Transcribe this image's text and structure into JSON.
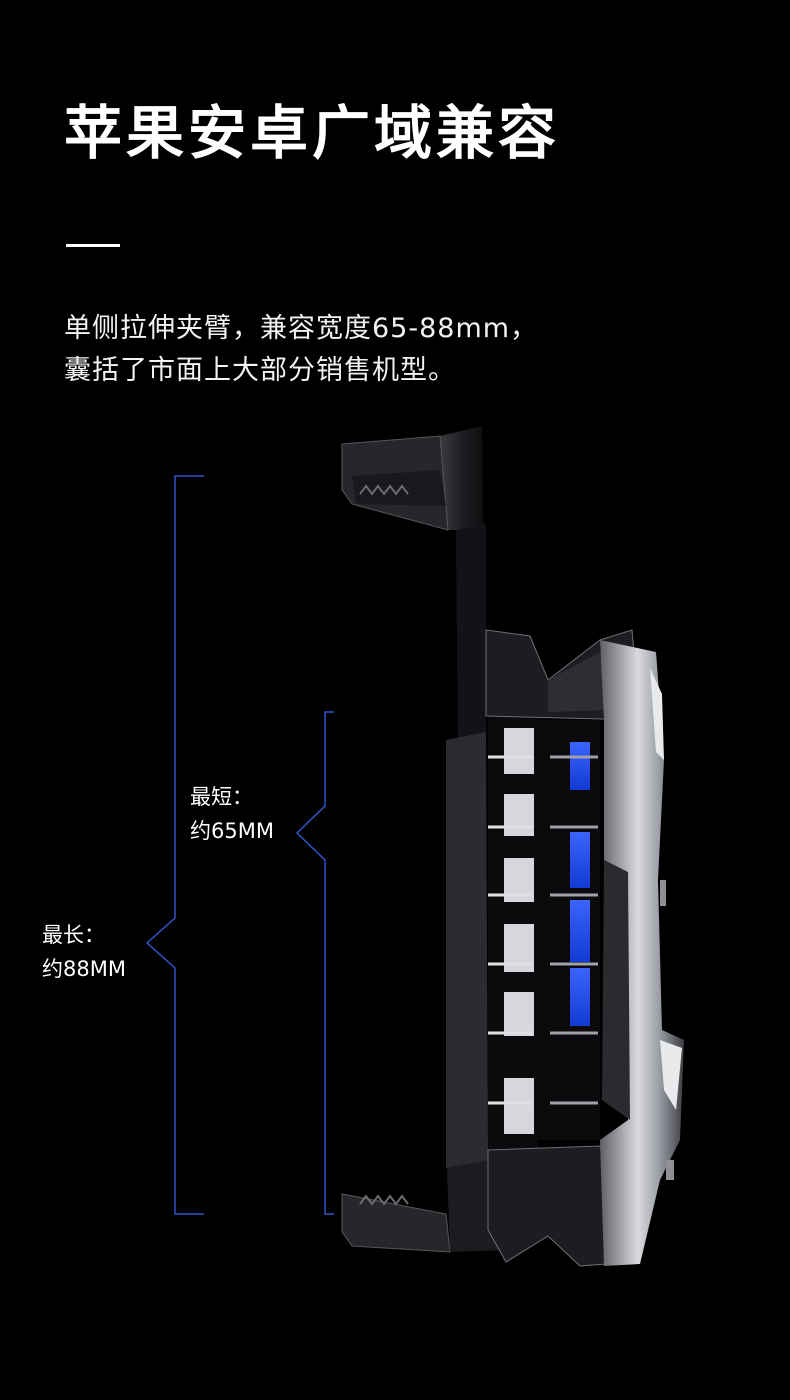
{
  "title": "苹果安卓广域兼容",
  "description": {
    "line1": "单侧拉伸夹臂，兼容宽度65-88mm，",
    "line2": "囊括了市面上大部分销售机型。"
  },
  "measurements": {
    "short": {
      "label": "最短：",
      "value": "约65MM"
    },
    "long": {
      "label": "最长：",
      "value": "约88MM"
    }
  },
  "colors": {
    "bracket": "#2f55c8",
    "accent_blue": "#1f4ff0",
    "metal": "#b9bcc2"
  },
  "product_image": "phone-cooler-clamp"
}
